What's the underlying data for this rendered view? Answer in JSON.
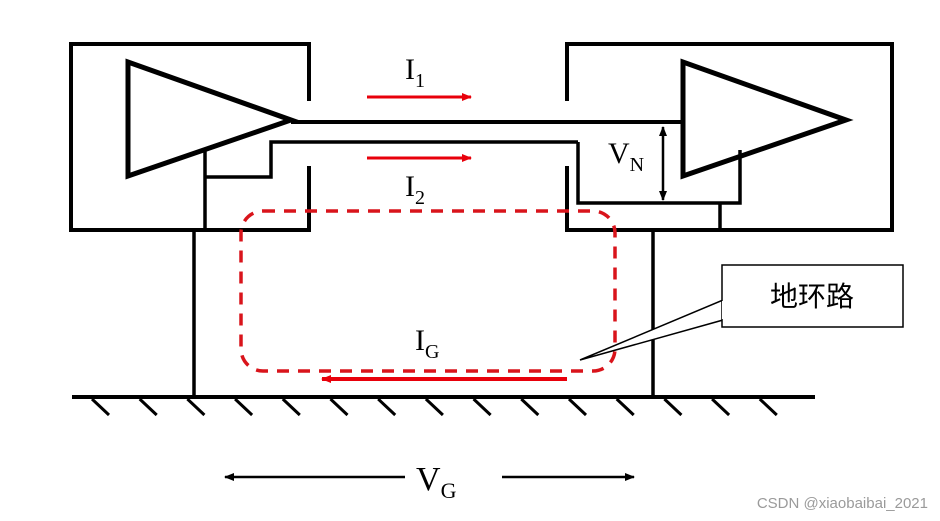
{
  "diagram": {
    "title": "Ground loop diagram",
    "labels": {
      "i1": {
        "main": "I",
        "sub": "1"
      },
      "i2": {
        "main": "I",
        "sub": "2"
      },
      "vn": {
        "main": "V",
        "sub": "N"
      },
      "ig": {
        "main": "I",
        "sub": "G"
      },
      "vg": {
        "main": "V",
        "sub": "G"
      }
    },
    "callout": "地环路",
    "watermark": "CSDN @xiaobaibai_2021",
    "colors": {
      "wire": "#000000",
      "current": "#e8000b",
      "loop": "#d9141b",
      "watermark": "#9a9a9a"
    },
    "nodes": [
      {
        "id": "driver",
        "type": "amplifier",
        "position": "left"
      },
      {
        "id": "receiver",
        "type": "amplifier",
        "position": "right"
      },
      {
        "id": "ground",
        "type": "ground-plane"
      }
    ],
    "edges": [
      {
        "from": "driver",
        "to": "receiver",
        "label": "I1",
        "kind": "signal-wire"
      },
      {
        "from": "driver",
        "to": "receiver",
        "label": "I2",
        "kind": "return-wire"
      },
      {
        "from": "receiver",
        "to": "driver",
        "label": "IG",
        "kind": "ground-current"
      }
    ]
  }
}
